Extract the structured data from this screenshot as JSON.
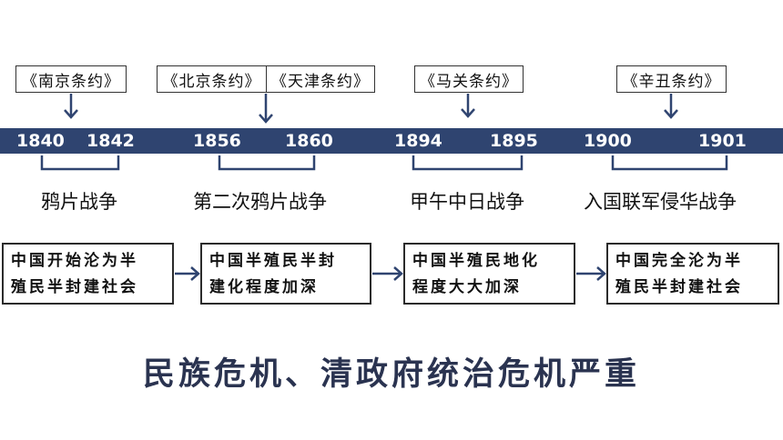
{
  "treaties": [
    {
      "label": "《南京条约》"
    },
    {
      "label": "《北京条约》"
    },
    {
      "label": "《天津条约》"
    },
    {
      "label": "《马关条约》"
    },
    {
      "label": "《辛丑条约》"
    }
  ],
  "years": [
    "1840",
    "1842",
    "1856",
    "1860",
    "1894",
    "1895",
    "1900",
    "1901"
  ],
  "wars": [
    "鸦片战争",
    "第二次鸦片战争",
    "甲午中日战争",
    "入国联军侵华战争"
  ],
  "stages": [
    {
      "line1": "中国开始沦为半",
      "line2": "殖民半封建社会"
    },
    {
      "line1": "中国半殖民半封",
      "line2": "建化程度加深"
    },
    {
      "line1": "中国半殖民地化",
      "line2": "程度大大加深"
    },
    {
      "line1": "中国完全沦为半",
      "line2": "殖民半封建社会"
    }
  ],
  "conclusion": "民族危机、清政府统治危机严重",
  "colors": {
    "timeline_band": "#2f4470",
    "conclusion_text": "#2a3350",
    "accent_lines": "#2f4470"
  }
}
